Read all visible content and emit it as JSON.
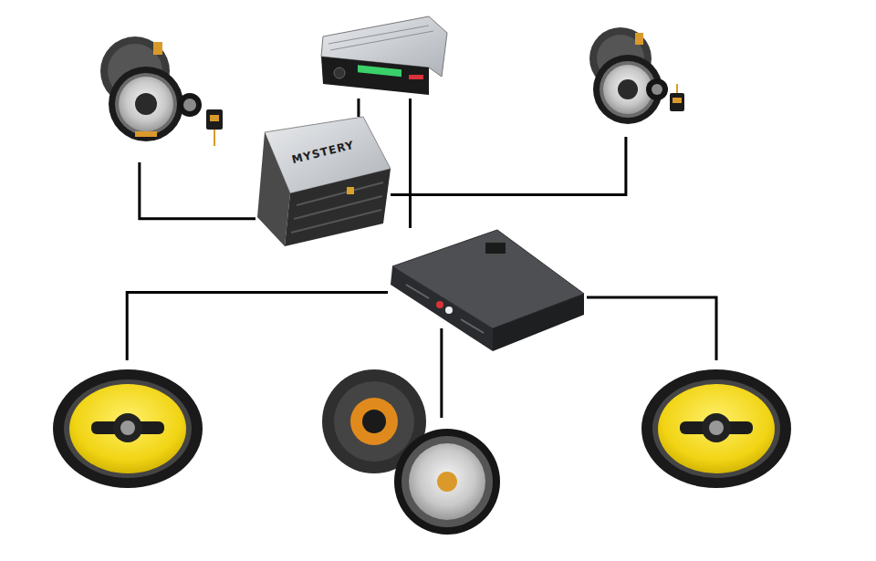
{
  "diagram": {
    "nodes": [
      {
        "text": []
      },
      {
        "text": []
      },
      {
        "text": []
      },
      {
        "text": [
          "MYSTERY"
        ]
      },
      {
        "text": []
      },
      {
        "text": []
      },
      {
        "text": []
      },
      {
        "text": []
      }
    ],
    "edges": [
      {
        "from": 1,
        "to": 3,
        "arrow": "none"
      },
      {
        "from": 1,
        "to": 4,
        "arrow": "none"
      },
      {
        "from": 3,
        "to": 0,
        "arrow": "none"
      },
      {
        "from": 3,
        "to": 2,
        "arrow": "none"
      },
      {
        "from": 4,
        "to": 5,
        "arrow": "none"
      },
      {
        "from": 4,
        "to": 6,
        "arrow": "none"
      },
      {
        "from": 4,
        "to": 7,
        "arrow": "none"
      }
    ]
  }
}
